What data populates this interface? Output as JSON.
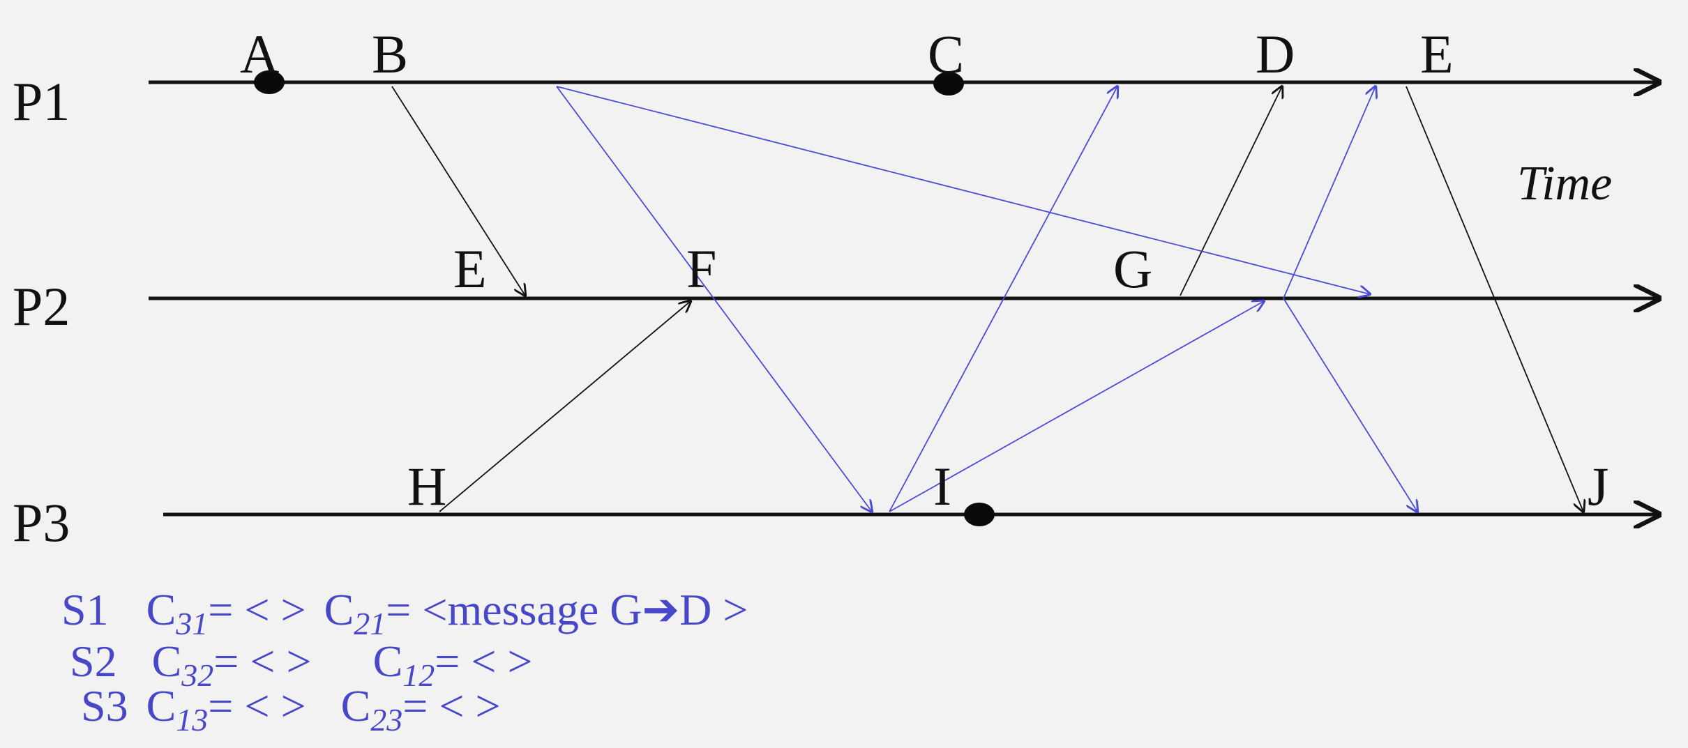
{
  "time_label": "Time",
  "processes": [
    {
      "id": "P1",
      "label": "P1"
    },
    {
      "id": "P2",
      "label": "P2"
    },
    {
      "id": "P3",
      "label": "P3"
    }
  ],
  "events": [
    {
      "id": "A",
      "label": "A",
      "process": "P1",
      "recorded": true
    },
    {
      "id": "B",
      "label": "B",
      "process": "P1",
      "recorded": false
    },
    {
      "id": "C",
      "label": "C",
      "process": "P1",
      "recorded": true
    },
    {
      "id": "D",
      "label": "D",
      "process": "P1",
      "recorded": false
    },
    {
      "id": "E1",
      "label": "E",
      "process": "P1",
      "recorded": false
    },
    {
      "id": "E2",
      "label": "E",
      "process": "P2",
      "recorded": false
    },
    {
      "id": "F",
      "label": "F",
      "process": "P2",
      "recorded": false
    },
    {
      "id": "G",
      "label": "G",
      "process": "P2",
      "recorded": false
    },
    {
      "id": "H",
      "label": "H",
      "process": "P3",
      "recorded": false
    },
    {
      "id": "I",
      "label": "I",
      "process": "P3",
      "recorded": true
    },
    {
      "id": "J",
      "label": "J",
      "process": "P3",
      "recorded": false
    }
  ],
  "messages": [
    {
      "from": "B",
      "to": "E",
      "color": "#111111"
    },
    {
      "from": "H",
      "to": "F",
      "color": "#111111"
    },
    {
      "from": "G",
      "to": "D",
      "color": "#111111"
    },
    {
      "from": "E",
      "to": "J",
      "color": "#111111"
    },
    {
      "from": "P1",
      "to": "P3",
      "color": "#4b4bd6"
    },
    {
      "from": "P1",
      "to": "P2",
      "color": "#4b4bd6"
    },
    {
      "from": "P3",
      "to": "P1",
      "color": "#4b4bd6"
    },
    {
      "from": "P3",
      "to": "P2",
      "color": "#4b4bd6"
    },
    {
      "from": "P2",
      "to": "P1",
      "color": "#4b4bd6"
    },
    {
      "from": "P2",
      "to": "P3",
      "color": "#4b4bd6"
    }
  ],
  "channel_states": [
    {
      "snapshot": "S1",
      "entries": [
        {
          "c": "C",
          "sub": "31",
          "eq": "= < >"
        },
        {
          "c": "C",
          "sub": "21",
          "eq": "= <message G",
          "arrow": "➔",
          "tail": "D >"
        }
      ]
    },
    {
      "snapshot": "S2",
      "entries": [
        {
          "c": "C",
          "sub": "32",
          "eq": "= < >"
        },
        {
          "c": "C",
          "sub": "12",
          "eq": "= < >"
        }
      ]
    },
    {
      "snapshot": "S3",
      "entries": [
        {
          "c": "C",
          "sub": "13",
          "eq": "= < >"
        },
        {
          "c": "C",
          "sub": "23",
          "eq": "= < >"
        }
      ]
    }
  ],
  "colors": {
    "black": "#111111",
    "blue": "#4b4bd6",
    "note": "#4747c8"
  }
}
